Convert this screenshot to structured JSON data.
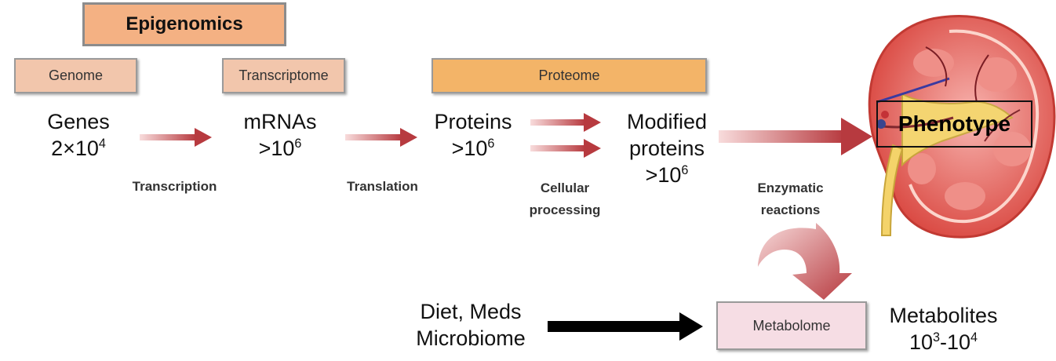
{
  "title_box": "Epigenomics",
  "boxes": {
    "genome": "Genome",
    "transcriptome": "Transcriptome",
    "proteome": "Proteome",
    "metabolome": "Metabolome",
    "phenotype": "Phenotype"
  },
  "nodes": {
    "genes": {
      "name": "Genes",
      "base": "2×10",
      "exp": "4"
    },
    "mrnas": {
      "name": "mRNAs",
      "base": ">10",
      "exp": "6"
    },
    "proteins": {
      "name": "Proteins",
      "base": ">10",
      "exp": "6"
    },
    "modified": {
      "line1": "Modified",
      "line2": "proteins",
      "base": ">10",
      "exp": "6"
    },
    "inputs": {
      "line1": "Diet, Meds",
      "line2": "Microbiome"
    },
    "metabolites": {
      "name": "Metabolites",
      "base1": "10",
      "exp1": "3",
      "mid": "-10",
      "exp2": "4"
    }
  },
  "processes": {
    "transcription": "Transcription",
    "translation": "Translation",
    "cellular_1": "Cellular",
    "cellular_2": "processing",
    "enzymatic_1": "Enzymatic",
    "enzymatic_2": "reactions"
  },
  "colors": {
    "epigenomics_fill": "#f4b183",
    "genome_fill": "#f2c6ac",
    "proteome_fill": "#f3b468",
    "metabolome_fill": "#f6dde4",
    "arrow_red": "#b73a3f",
    "kidney_red": "#e8524a"
  }
}
